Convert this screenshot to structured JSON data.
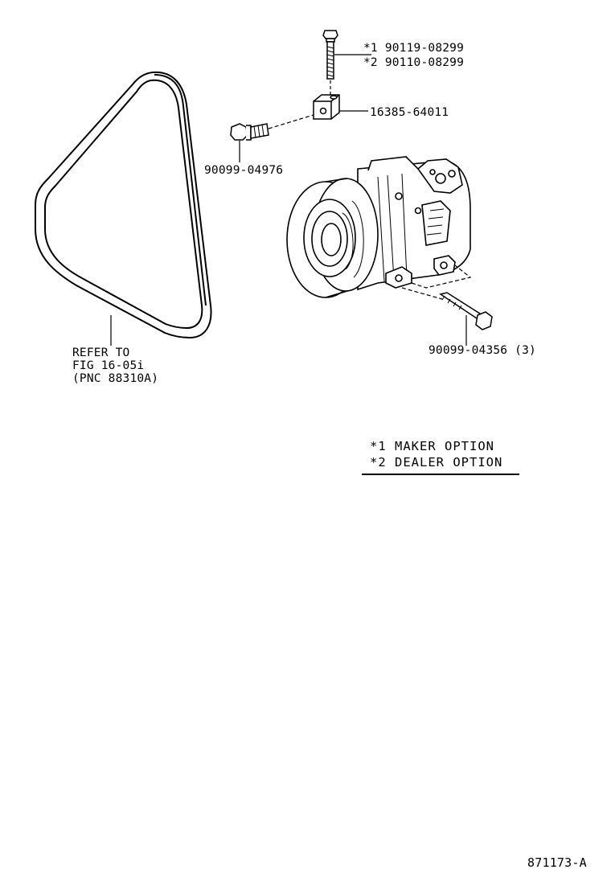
{
  "diagram": {
    "parts": {
      "bolt_maker_prefix": "*1",
      "bolt_maker": "90119-08299",
      "bolt_dealer_prefix": "*2",
      "bolt_dealer": "90110-08299",
      "block": "16385-64011",
      "bolt_side": "90099-04976",
      "bolt_lower": "90099-04356",
      "bolt_lower_qty": "(3)"
    },
    "belt_note": {
      "line1": "REFER TO",
      "line2": "FIG 16-05i",
      "line3": "(PNC 88310A)"
    },
    "legend": {
      "line1": "*1 MAKER OPTION",
      "line2": "*2 DEALER OPTION"
    },
    "figure_id": "871173-A"
  }
}
